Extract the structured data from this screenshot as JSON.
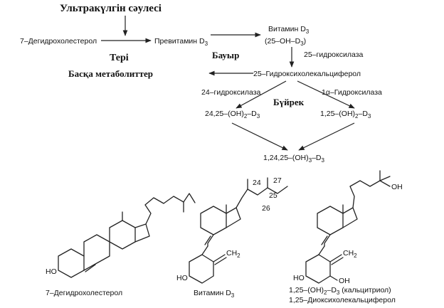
{
  "title": "Ультракүлгін сәулесі",
  "organs": {
    "skin": "Тері",
    "liver": "Бауыр",
    "kidney": "Бүйрек",
    "other": "Басқа метаболиттер"
  },
  "pathway": {
    "dehydrocholesterol": "7–Дегидрохолестерол",
    "previtamin_prefix": "Превитамин D",
    "previtamin_sub": "3",
    "vitamin_line1_prefix": "Витамин D",
    "vitamin_line1_sub": "3",
    "vitamin_line2_a": "(25–OH–D",
    "vitamin_line2_sub": "3",
    "vitamin_line2_b": ")",
    "enzyme_25": "25–гидроксилаза",
    "hydroxycholecalciferol": "25–Гидроксихолекальциферол",
    "enzyme_24": "24–гидроксилаза",
    "enzyme_1a": "1α–Гидроксилаза",
    "m24_a": "24,25–(OH)",
    "m24_sub1": "2",
    "m24_b": "–D",
    "m24_sub2": "3",
    "m1_a": "1,25–(OH)",
    "m1_sub1": "2",
    "m1_b": "–D",
    "m1_sub2": "3",
    "mt_a": "1,24,25–(OH)",
    "mt_sub1": "3",
    "mt_b": "–D",
    "mt_sub2": "3"
  },
  "structures": {
    "s1_name": "7–Дегидрохолестерол",
    "s2_name_prefix": "Витамин D",
    "s2_name_sub": "3",
    "s3_line1_a": "1,25–(OH)",
    "s3_line1_sub1": "2",
    "s3_line1_b": "–D",
    "s3_line1_sub2": "3",
    "s3_line1_c": " (кальцитриол)",
    "s3_line2": "1,25–Диоксихолекальциферол",
    "ho": "HO",
    "oh": "OH",
    "ch2": "CH",
    "ch2_sub": "2",
    "c24": "24",
    "c25": "25",
    "c26": "26",
    "c27": "27"
  }
}
